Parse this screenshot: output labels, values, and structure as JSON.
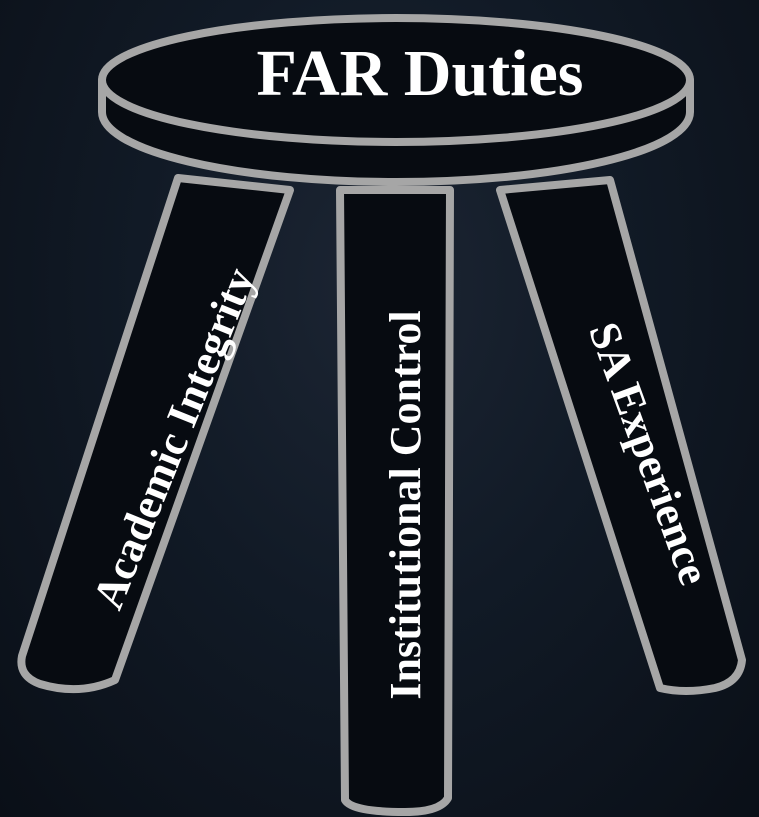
{
  "diagram": {
    "seat_label": "FAR Duties",
    "legs": [
      {
        "id": "left",
        "label": "Academic Integrity"
      },
      {
        "id": "center",
        "label": "Institutional Control"
      },
      {
        "id": "right",
        "label": "SA Experience"
      }
    ],
    "colors": {
      "background": "#0e1520",
      "outline": "#a6a6a6",
      "fill": "#070b11",
      "text": "#ffffff"
    }
  }
}
